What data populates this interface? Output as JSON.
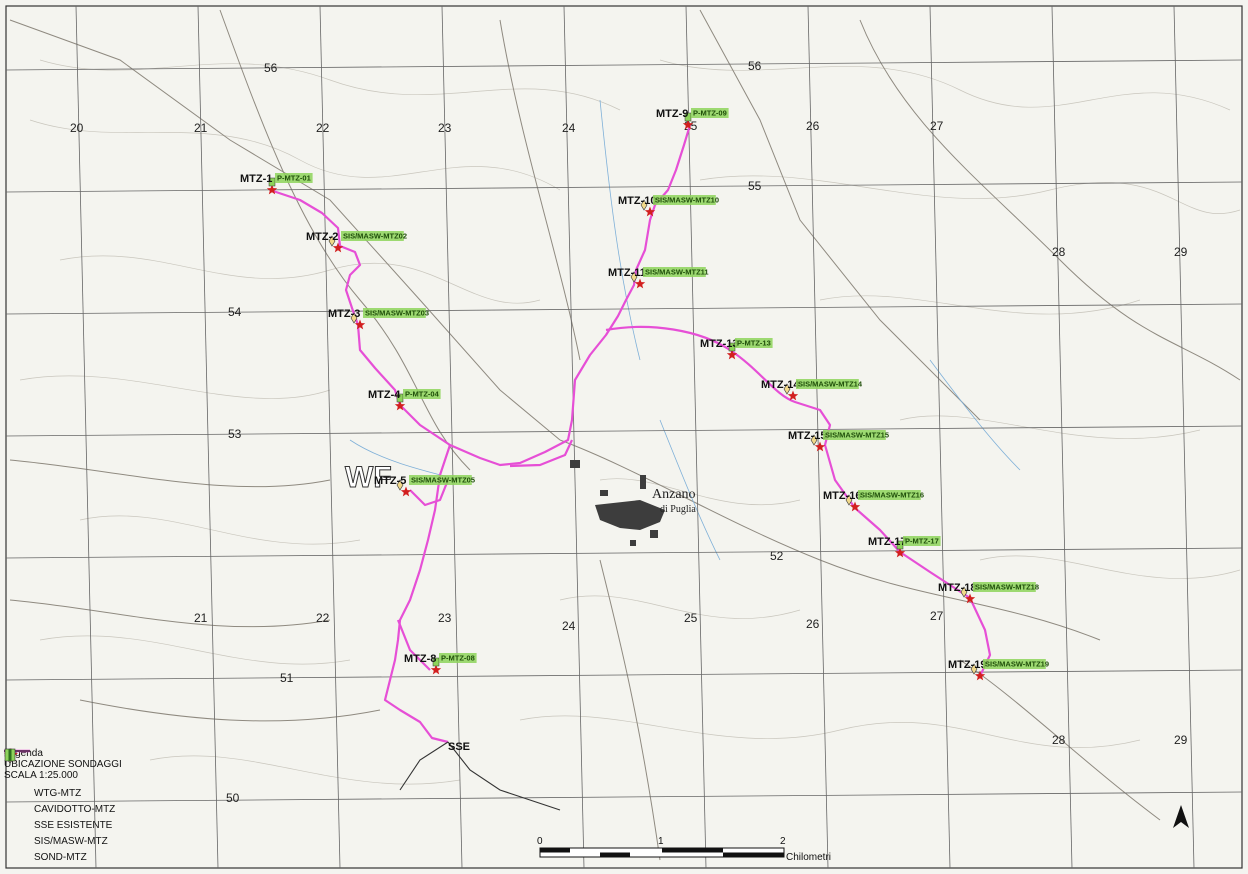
{
  "legend": {
    "title": "Legenda",
    "subtitle": "UBICAZIONE SONDAGGI",
    "scale": "SCALA 1:25.000",
    "items": [
      {
        "label": "WTG-MTZ",
        "icon": "red-star-icon"
      },
      {
        "label": "CAVIDOTTO-MTZ",
        "icon": "magenta-line-icon"
      },
      {
        "label": "SSE ESISTENTE",
        "icon": "black-line-icon"
      },
      {
        "label": "SIS/MASW-MTZ",
        "icon": "diamond-icon"
      },
      {
        "label": "SOND-MTZ",
        "icon": "square-icon"
      }
    ]
  },
  "colors": {
    "route": "#e64fd6",
    "star": "#d21f1f",
    "code_bg": "#8dd35a",
    "diamond": "#f1d98a",
    "grid": "#555555"
  },
  "grid_labels": {
    "top": [
      "56",
      "56"
    ],
    "x_row1": [
      "20",
      "21",
      "22",
      "23",
      "24",
      "25",
      "26",
      "27",
      "28",
      "29"
    ],
    "y_mid": [
      "55",
      "54",
      "53",
      "52",
      "51",
      "50"
    ],
    "x_row2": [
      "21",
      "22",
      "23",
      "24",
      "25",
      "26",
      "27",
      "28",
      "29"
    ]
  },
  "places": {
    "town": "Anzano",
    "town_sub": "di Puglia",
    "wf": "WF",
    "sse": "SSE"
  },
  "turbines": [
    {
      "label": "MTZ-1",
      "code": "P-MTZ-01"
    },
    {
      "label": "MTZ-2",
      "code": "SIS/MASW-MTZ02"
    },
    {
      "label": "MTZ-3",
      "code": "SIS/MASW-MTZ03"
    },
    {
      "label": "MTZ-4",
      "code": "P-MTZ-04"
    },
    {
      "label": "MTZ-5",
      "code": "SIS/MASW-MTZ05"
    },
    {
      "label": "MTZ-8",
      "code": "P-MTZ-08"
    },
    {
      "label": "MTZ-9",
      "code": "P-MTZ-09"
    },
    {
      "label": "MTZ-10",
      "code": "SIS/MASW-MTZ10"
    },
    {
      "label": "MTZ-11",
      "code": "SIS/MASW-MTZ11"
    },
    {
      "label": "MTZ-13",
      "code": "P-MTZ-13"
    },
    {
      "label": "MTZ-14",
      "code": "SIS/MASW-MTZ14"
    },
    {
      "label": "MTZ-15",
      "code": "SIS/MASW-MTZ15"
    },
    {
      "label": "MTZ-16",
      "code": "SIS/MASW-MTZ16"
    },
    {
      "label": "MTZ-17",
      "code": "P-MTZ-17"
    },
    {
      "label": "MTZ-18",
      "code": "SIS/MASW-MTZ18"
    },
    {
      "label": "MTZ-19",
      "code": "SIS/MASW-MTZ19"
    }
  ],
  "scalebar": {
    "ticks": [
      "0",
      "1",
      "2"
    ],
    "unit": "Chilometri"
  }
}
